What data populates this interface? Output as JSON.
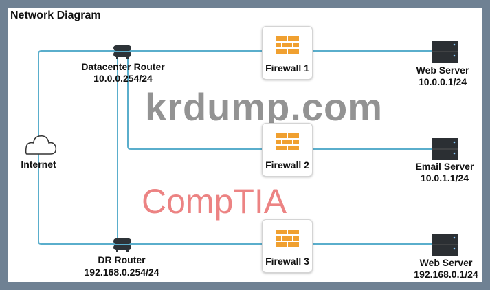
{
  "title": "Network Diagram",
  "nodes": {
    "internet": {
      "label": "Internet"
    },
    "datacenter_router": {
      "label": "Datacenter Router",
      "ip": "10.0.0.254/24"
    },
    "dr_router": {
      "label": "DR Router",
      "ip": "192.168.0.254/24"
    },
    "firewall1": {
      "label": "Firewall 1"
    },
    "firewall2": {
      "label": "Firewall 2"
    },
    "firewall3": {
      "label": "Firewall 3"
    },
    "web_server1": {
      "label": "Web Server",
      "ip": "10.0.0.1/24"
    },
    "email_server": {
      "label": "Email Server",
      "ip": "10.0.1.1/24"
    },
    "web_server2": {
      "label": "Web Server",
      "ip": "192.168.0.1/24"
    }
  },
  "watermarks": {
    "site": "krdump.com",
    "brand": "CompTIA"
  },
  "colors": {
    "link": "#5aaecc",
    "firewall": "#f0a030",
    "frame": "#6f8193"
  }
}
